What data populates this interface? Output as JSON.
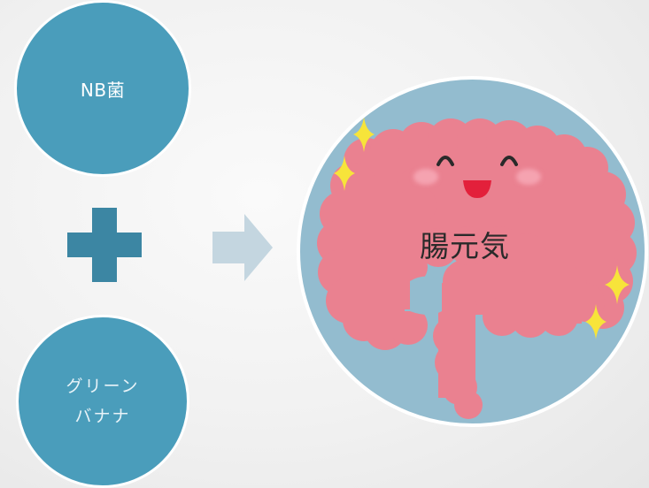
{
  "inputs": {
    "bacteria_label": "NB菌",
    "banana_line1": "グリーン",
    "banana_line2": "バナナ"
  },
  "result": {
    "label": "腸元気"
  },
  "icons": {
    "plus": "plus-icon",
    "arrow": "arrow-right-icon",
    "intestine": "intestine-illustration",
    "sparkle": "sparkle-icon"
  },
  "colors": {
    "input_circle": "#4a9dbb",
    "plus": "#3c86a3",
    "arrow": "#c4d6e0",
    "result_circle": "#93bccf",
    "intestine": "#ea8190",
    "sparkle": "#f7e43a"
  }
}
